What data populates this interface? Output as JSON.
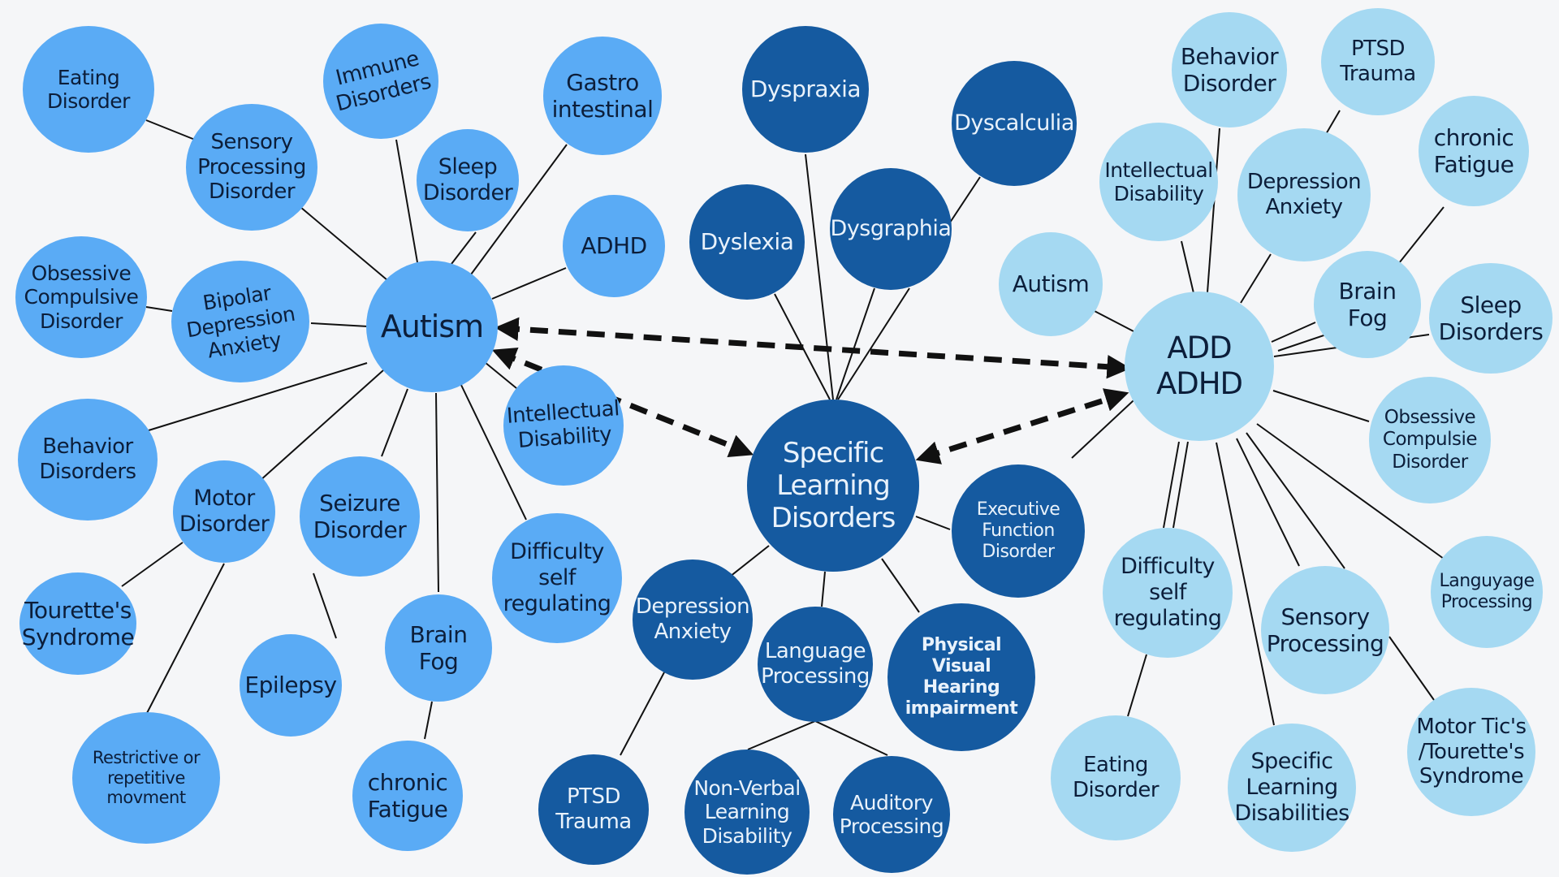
{
  "colors": {
    "autism_group": "#5aabf5",
    "sld_group": "#155aa0",
    "adhd_group": "#a5d9f2",
    "connector": "#111111",
    "arrow": "#111111"
  },
  "nodes": {
    "autism": "Autism",
    "sld": "Specific\nLearning\nDisorders",
    "adhd": "ADD\nADHD",
    "autism_eating_disorder": "Eating\nDisorder",
    "autism_immune_disorders": "Immune\nDisorders",
    "autism_gastro_intestinal": "Gastro\nintestinal",
    "autism_sensory_processing_disorder": "Sensory\nProcessing\nDisorder",
    "autism_sleep_disorder": "Sleep\nDisorder",
    "autism_adhd": "ADHD",
    "autism_ocd": "Obsessive\nCompulsive\nDisorder",
    "autism_bipolar": "Bipolar\nDepression\nAnxiety",
    "autism_intellectual_disability": "Intellectual\nDisability",
    "autism_behavior_disorders": "Behavior\nDisorders",
    "autism_motor_disorder": "Motor\nDisorder",
    "autism_seizure_disorder": "Seizure\nDisorder",
    "autism_difficulty_self_regulating": "Difficulty\nself\nregulating",
    "autism_tourettes": "Tourette's\nSyndrome",
    "autism_epilepsy": "Epilepsy",
    "autism_brain_fog": "Brain\nFog",
    "autism_restrictive_movement": "Restrictive or\nrepetitive\nmovment",
    "autism_chronic_fatigue": "chronic\nFatigue",
    "sld_dyspraxia": "Dyspraxia",
    "sld_dyscalculia": "Dyscalculia",
    "sld_dyslexia": "Dyslexia",
    "sld_dysgraphia": "Dysgraphia",
    "sld_executive_function": "Executive\nFunction\nDisorder",
    "sld_depression_anxiety": "Depression\nAnxiety",
    "sld_language_processing": "Language\nProcessing",
    "sld_physical_impairment": "Physical\nVisual\nHearing\nimpairment",
    "sld_ptsd_trauma": "PTSD\nTrauma",
    "sld_nonverbal": "Non-Verbal\nLearning\nDisability",
    "sld_auditory_processing": "Auditory\nProcessing",
    "adhd_behavior_disorder": "Behavior\nDisorder",
    "adhd_ptsd_trauma": "PTSD\nTrauma",
    "adhd_chronic_fatigue": "chronic\nFatigue",
    "adhd_intellectual_disability": "Intellectual\nDisability",
    "adhd_depression_anxiety": "Depression\nAnxiety",
    "adhd_autism": "Autism",
    "adhd_brain_fog": "Brain\nFog",
    "adhd_sleep_disorders": "Sleep\nDisorders",
    "adhd_ocd": "Obsessive\nCompulsie\nDisorder",
    "adhd_difficulty_self_regulating": "Difficulty\nself\nregulating",
    "adhd_sensory_processing": "Sensory\nProcessing",
    "adhd_language_processing": "Languyage\nProcessing",
    "adhd_eating_disorder": "Eating\nDisorder",
    "adhd_specific_learning_disabilities": "Specific\nLearning\nDisabilities",
    "adhd_motor_tics": "Motor Tic's\n/Tourette's\nSyndrome"
  }
}
